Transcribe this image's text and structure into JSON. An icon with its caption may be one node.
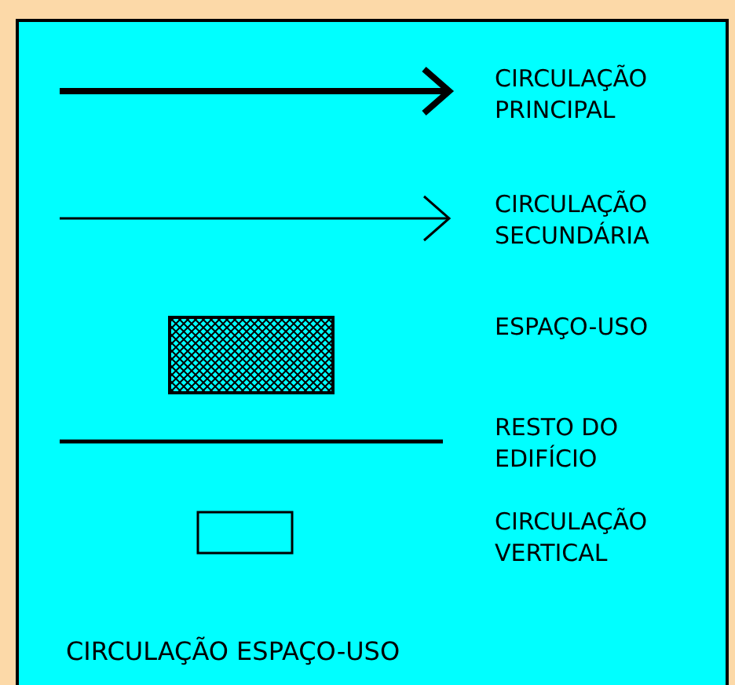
{
  "diagram": {
    "caption": "CIRCULAÇÃO ESPAÇO-USO",
    "legend": [
      {
        "text": "CIRCULAÇÃO PRINCIPAL"
      },
      {
        "text": "CIRCULAÇÃO SECUNDÁRIA"
      },
      {
        "text": "ESPAÇO-USO"
      },
      {
        "text": "RESTO DO EDIFÍCIO"
      },
      {
        "text": "CIRCULAÇÃO VERTICAL"
      }
    ]
  }
}
